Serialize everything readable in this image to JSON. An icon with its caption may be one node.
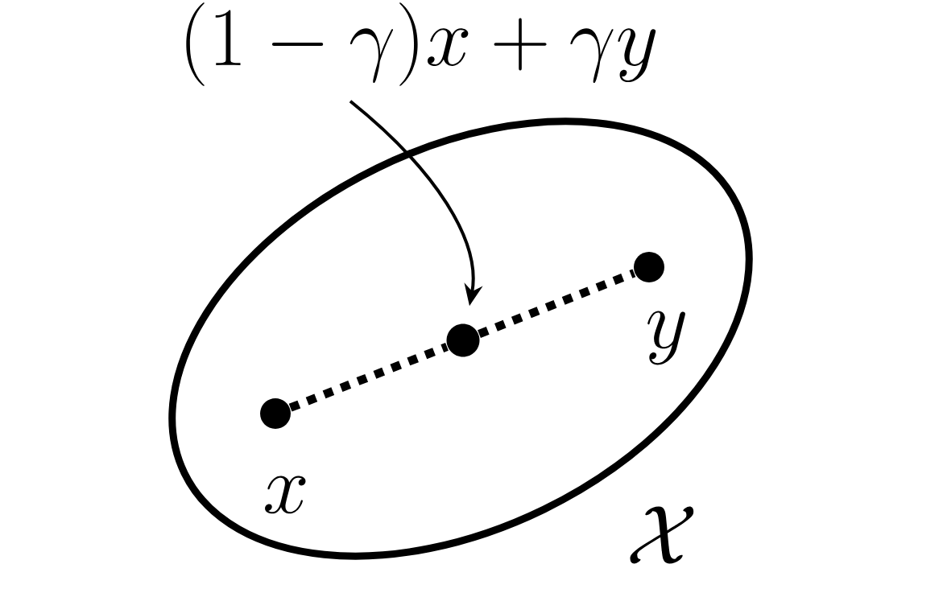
{
  "diagram": {
    "nodes": [
      {
        "text": [
          "\\mathcal{X}"
        ]
      },
      {
        "text": [],
        "shape": "circle",
        "in": 0,
        "beside": [
          "x"
        ]
      },
      {
        "text": [],
        "shape": "circle",
        "in": 0
      },
      {
        "text": [],
        "shape": "circle",
        "in": 0,
        "beside": [
          "y"
        ]
      },
      {
        "text": [
          "(1-\\gamma)x+\\gamma y"
        ]
      }
    ],
    "edges": [
      {
        "from": 4,
        "to": 2,
        "arrow": "to"
      },
      {
        "from": 1,
        "to": 2,
        "arrow": "none",
        "style": "dashed"
      },
      {
        "from": 2,
        "to": 3,
        "arrow": "none",
        "style": "dashed"
      }
    ]
  }
}
